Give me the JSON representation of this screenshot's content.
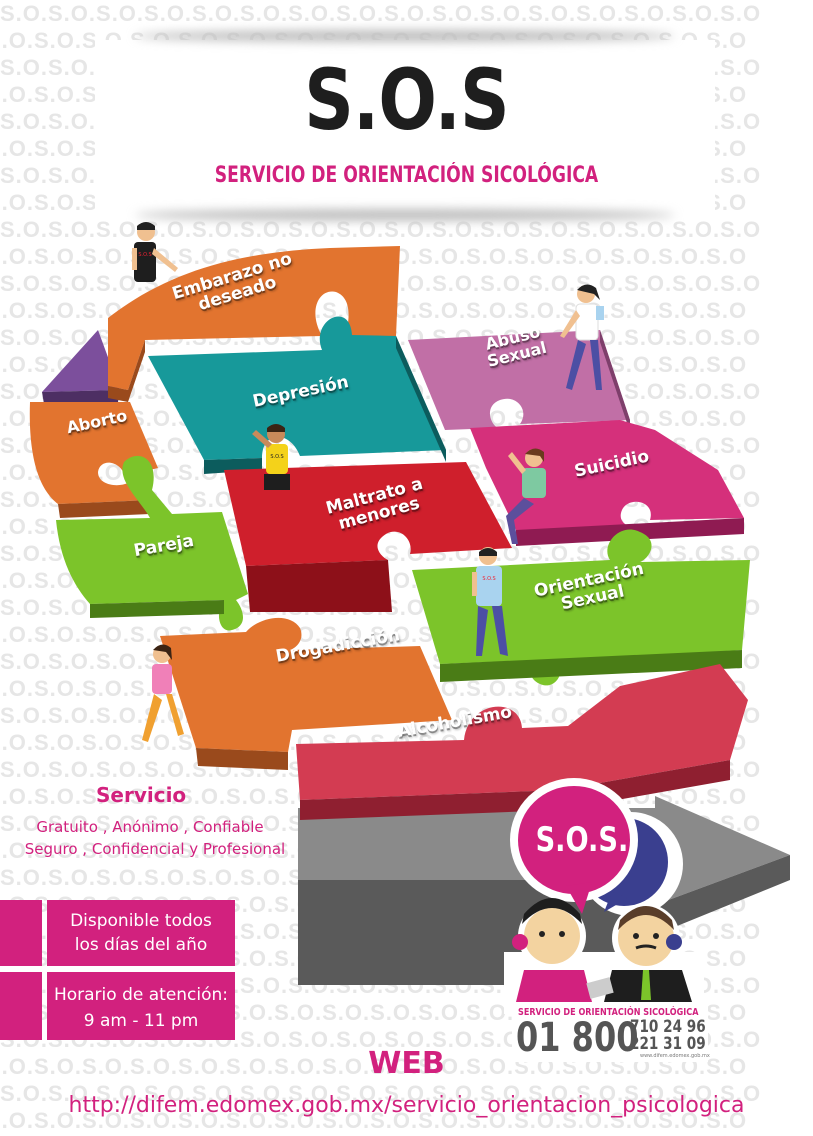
{
  "background": {
    "pattern_text": "S.O.S.O.S.O.S.O.S.O.S.O.S.O.S.O.S.O.S.O.S.O.S.O.S.O.S.O.S.O.S.O"
  },
  "header": {
    "title": "S.O.S",
    "subtitle": "SERVICIO DE ORIENTACIÓN SICOLÓGICA"
  },
  "puzzle": {
    "pieces": [
      {
        "label": "Embarazo no deseado",
        "color": "#e2742f"
      },
      {
        "label": "Aborto",
        "color": "#e2742f"
      },
      {
        "label": "Depresión",
        "color": "#17999a"
      },
      {
        "label": "Abuso Sexual",
        "color": "#c16fa6"
      },
      {
        "label": "Suicidio",
        "color": "#d5307b"
      },
      {
        "label": "Maltrato a menores",
        "color": "#cf1f2c"
      },
      {
        "label": "Pareja",
        "color": "#7cc42a"
      },
      {
        "label": "Orientación Sexual",
        "color": "#7cc42a"
      },
      {
        "label": "Drogadicción",
        "color": "#e2742f"
      },
      {
        "label": "Alcoholismo",
        "color": "#d33c52"
      }
    ],
    "person_shirt_text": "S.O.S"
  },
  "service": {
    "title": "Servicio",
    "line1": "Gratuito , Anónimo , Confiable",
    "line2": "Seguro , Confidencial y Profesional"
  },
  "availability": {
    "line1": "Disponible todos",
    "line2": "los días del año"
  },
  "hours": {
    "line1": "Horario de atención:",
    "line2": "9 am - 11 pm"
  },
  "badge": {
    "bubble_text": "S.O.S.",
    "service_label": "SERVICIO DE ORIENTACIÓN SICOLÓGICA",
    "phone_prefix": "01 800",
    "phone_line1": "710 24 96",
    "phone_line2": "221 31 09",
    "small_url": "www.difem.edomex.gob.mx"
  },
  "web": {
    "title": "WEB",
    "url": "http://difem.edomex.gob.mx/servicio_orientacion_psicologica"
  },
  "colors": {
    "brand_pink": "#d2217e",
    "dark_text": "#1e1e1e",
    "platform_gray": "#7a7a7a"
  }
}
